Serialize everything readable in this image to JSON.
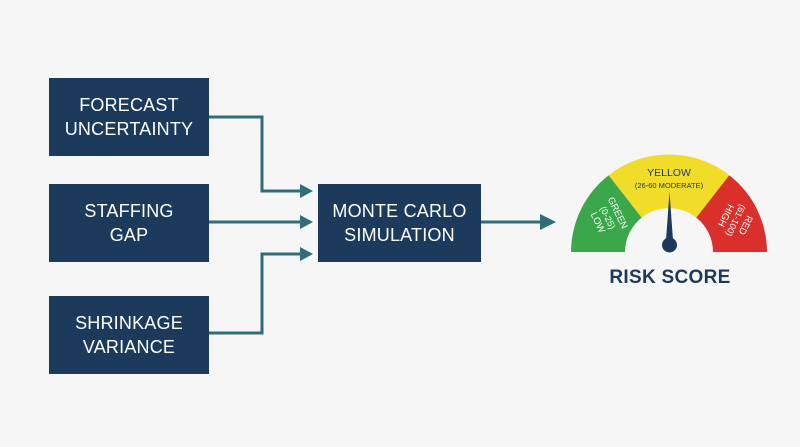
{
  "inputs": {
    "forecast": {
      "line1": "FORECAST",
      "line2": "UNCERTAINTY"
    },
    "staffing": {
      "line1": "STAFFING",
      "line2": "GAP"
    },
    "shrinkage": {
      "line1": "SHRINKAGE",
      "line2": "VARIANCE"
    }
  },
  "simulation": {
    "line1": "MONTE CARLO",
    "line2": "SIMULATION"
  },
  "gauge": {
    "title": "RISK SCORE",
    "green": {
      "label": "GREEN",
      "range": "(0-25)",
      "level": "LOW",
      "color": "#3aa84a"
    },
    "yellow": {
      "label": "YELLOW",
      "detail": "(26-60 MODERATE)",
      "color": "#f1dc2a"
    },
    "red": {
      "label": "RED",
      "range": "(61-100)",
      "level": "HIGH",
      "color": "#d9302c"
    }
  },
  "colors": {
    "box": "#1b3a5c",
    "arrow": "#2f6e78",
    "needle": "#1b3a5c"
  }
}
